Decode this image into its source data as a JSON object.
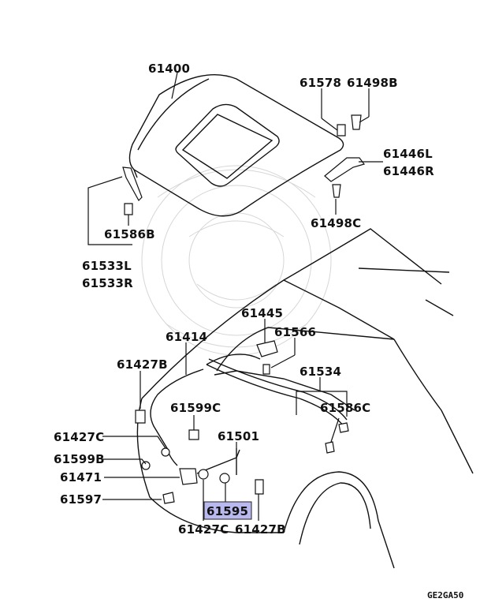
{
  "diagram": {
    "highlight_part": "61595",
    "highlight_color": "#b9b9f0",
    "code": "GE2GA50",
    "parts": {
      "p61400": "61400",
      "p61578": "61578",
      "p61498B": "61498B",
      "p61446L": "61446L",
      "p61446R": "61446R",
      "p61498C": "61498C",
      "p61586B": "61586B",
      "p61533L": "61533L",
      "p61533R": "61533R",
      "p61445": "61445",
      "p61566": "61566",
      "p61414": "61414",
      "p61427B_top": "61427B",
      "p61534": "61534",
      "p61599C": "61599C",
      "p61586C": "61586C",
      "p61427C_left": "61427C",
      "p61501": "61501",
      "p61599B": "61599B",
      "p61471": "61471",
      "p61595": "61595",
      "p61597": "61597",
      "p61427C_bottom": "61427C",
      "p61427B_bottom": "61427B"
    }
  }
}
